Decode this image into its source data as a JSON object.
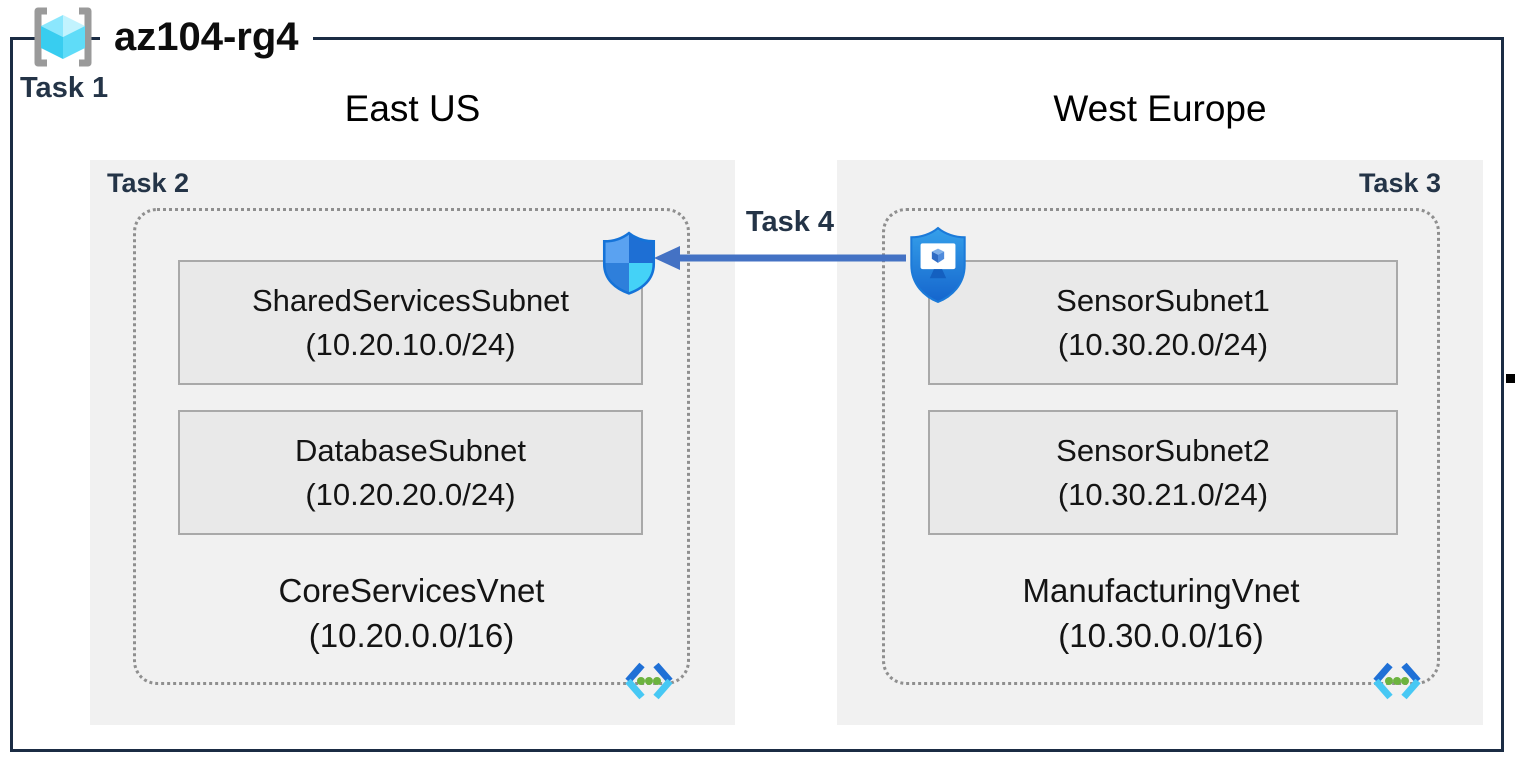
{
  "title": {
    "resource_group": "az104-rg4"
  },
  "tasks": {
    "task1": "Task 1",
    "task4": "Task 4"
  },
  "regions": [
    {
      "name": "East US",
      "task_label": "Task 2",
      "vnet": {
        "name": "CoreServicesVnet",
        "cidr": "(10.20.0.0/16)",
        "subnets": [
          {
            "name": "SharedServicesSubnet",
            "cidr": "(10.20.10.0/24)"
          },
          {
            "name": "DatabaseSubnet",
            "cidr": "(10.20.20.0/24)"
          }
        ]
      }
    },
    {
      "name": "West Europe",
      "task_label": "Task 3",
      "vnet": {
        "name": "ManufacturingVnet",
        "cidr": "(10.30.0.0/16)",
        "subnets": [
          {
            "name": "SensorSubnet1",
            "cidr": "(10.30.20.0/24)"
          },
          {
            "name": "SensorSubnet2",
            "cidr": "(10.30.21.0/24)"
          }
        ]
      }
    }
  ],
  "icons": {
    "resource_group": "resource-group-brackets-cube",
    "network_security": "shield-quadrants",
    "secured_workstation": "shield-with-monitor",
    "virtual_network": "chevrons-with-dots",
    "peering_arrow": "left-arrow"
  },
  "colors": {
    "outer_border": "#1b2c44",
    "task_text": "#243447",
    "region_background": "#f1f1f1",
    "subnet_fill": "#e9e9e9",
    "subnet_border": "#a9a9a9",
    "vnet_dotted_border": "#8f8f8f",
    "arrow_blue": "#4472c4",
    "shield_cyan": "#44d2f7",
    "shield_blue": "#1e6fd4",
    "cube_cyan": "#50e6ff",
    "dot_green": "#6cb33f"
  }
}
